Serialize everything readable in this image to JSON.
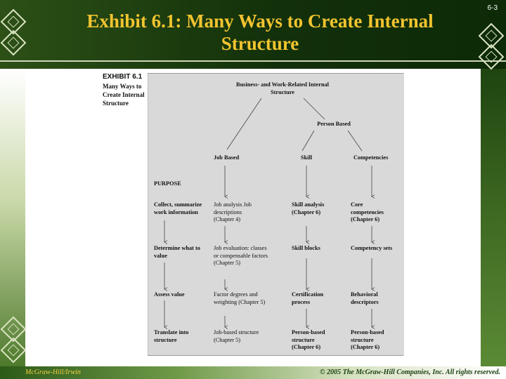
{
  "slide": {
    "title": "Exhibit 6.1:  Many Ways to Create Internal Structure",
    "number": "6-3",
    "footer_left": "McGraw-Hill/Irwin",
    "footer_right": "© 2005 The McGraw-Hill Companies, Inc. All rights reserved."
  },
  "exhibit": {
    "label": "EXHIBIT 6.1",
    "caption": "Many Ways to Create Internal Structure"
  },
  "diagram": {
    "root": "Business- and Work-Related Internal Structure",
    "person_based": "Person Based",
    "job_based": "Job Based",
    "skill": "Skill",
    "competencies": "Competencies",
    "purpose_heading": "PURPOSE",
    "rows": [
      {
        "purpose": "Collect, summarize work information",
        "job": "Job analysis Job descriptions (Chapter 4)",
        "skill": "Skill analysis (Chapter 6)",
        "competency": "Core competencies (Chapter 6)"
      },
      {
        "purpose": "Determine what to value",
        "job": "Job evaluation: classes or compensable factors (Chapter 5)",
        "skill": "Skill blocks",
        "competency": "Competency sets"
      },
      {
        "purpose": "Assess value",
        "job": "Factor degrees and weighting (Chapter 5)",
        "skill": "Certification process",
        "competency": "Behavioral descriptors"
      },
      {
        "purpose": "Translate into structure",
        "job": "Job-based structure (Chapter 5)",
        "skill": "Person-based structure (Chapter 6)",
        "competency": "Person-based structure (Chapter 6)"
      }
    ]
  },
  "colors": {
    "title": "#f2c430",
    "band_dark": "#12300a",
    "panel": "#d9d9d9"
  }
}
